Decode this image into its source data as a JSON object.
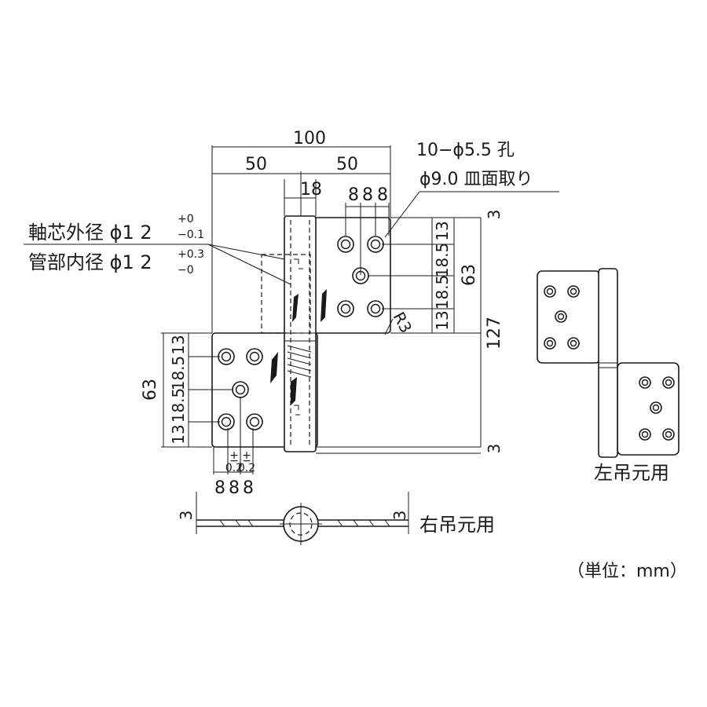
{
  "dims": {
    "overall_width": "100",
    "half_left": "50",
    "half_right": "50",
    "knuckle_width": "18",
    "hole_pitch_top": [
      "8",
      "8",
      "8"
    ],
    "hole_pitch_bottom": [
      "8",
      "8",
      "8"
    ],
    "right_v": [
      "13",
      "18.5",
      "18.5",
      "13"
    ],
    "left_v": [
      "13",
      "18.5",
      "18.5",
      "13"
    ],
    "leaf_height_right": "63",
    "leaf_height_left": "63",
    "total_height": "127",
    "gap_top": "3",
    "gap_bottom": "3",
    "end_left": "3",
    "end_right": "3",
    "radius": "R3",
    "tol_plus": "+",
    "tol_minus": "−",
    "tol_value": "0.2"
  },
  "notes": {
    "holes_line1": "10−ϕ5.5 孔",
    "holes_line2": "ϕ9.0 皿面取り",
    "shaft_label": "軸芯外径 ϕ1 2",
    "shaft_tol_upper": "+0",
    "shaft_tol_lower": "−0.1",
    "pipe_label": "管部内径 ϕ1 2",
    "pipe_tol_upper": "+0.3",
    "pipe_tol_lower": "−0"
  },
  "labels": {
    "right_hang": "右吊元用",
    "left_hang": "左吊元用",
    "unit": "（単位：mm）"
  }
}
